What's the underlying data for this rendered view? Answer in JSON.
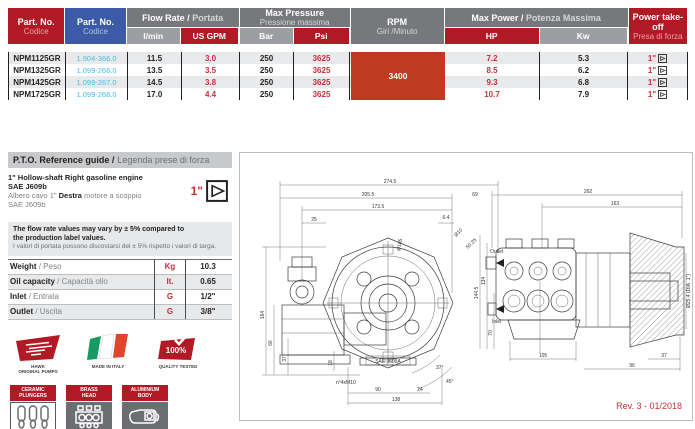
{
  "colors": {
    "red": "#B11A24",
    "blue": "#3C5AA6",
    "rust": "#BE3A20",
    "gray_header": "#77787B",
    "gray_sub": "#9C9EA1",
    "cyan": "#45BEEA",
    "value_red": "#C1323C"
  },
  "table": {
    "headers": {
      "part_no_en": "Part. No.",
      "part_no_it": "Codice",
      "flow_rate_en": "Flow Rate /",
      "flow_rate_it": "Portata",
      "lmin": "l/min",
      "usgpm": "US GPM",
      "max_pressure_en": "Max Pressure",
      "max_pressure_it": "Pressione massima",
      "bar": "Bar",
      "psi": "Psi",
      "rpm_en": "RPM",
      "rpm_it": "Giri /Minuto",
      "max_power_en": "Max Power /",
      "max_power_it": "Potenza Massima",
      "hp": "HP",
      "kw": "Kw",
      "pto_en": "Power take-off",
      "pto_it": "Presa di forza"
    },
    "rpm_value": "3400",
    "rows": [
      {
        "part_no": "NPM1125GR",
        "code": "1.904-366.0",
        "lmin": "11.5",
        "usgpm": "3.0",
        "bar": "250",
        "psi": "3625",
        "hp": "7.2",
        "kw": "5.3",
        "pto": "1\""
      },
      {
        "part_no": "NPM1325GR",
        "code": "1.099-266.0",
        "lmin": "13.5",
        "usgpm": "3.5",
        "bar": "250",
        "psi": "3625",
        "hp": "8.5",
        "kw": "6.2",
        "pto": "1\""
      },
      {
        "part_no": "NPM1425GR",
        "code": "1.099-267.0",
        "lmin": "14.5",
        "usgpm": "3.8",
        "bar": "250",
        "psi": "3625",
        "hp": "9.3",
        "kw": "6.8",
        "pto": "1\""
      },
      {
        "part_no": "NPM1725GR",
        "code": "1.099-268.0",
        "lmin": "17.0",
        "usgpm": "4.4",
        "bar": "250",
        "psi": "3625",
        "hp": "10.7",
        "kw": "7.9",
        "pto": "1\""
      }
    ]
  },
  "pto_guide": {
    "title_en": "P.T.O. Reference guide /",
    "title_it": "Legenda prese di forza",
    "line1": "1\" Hollow-shaft  Right gasoline engine",
    "line2": "SAE J609b",
    "line3_prefix": "Albero cavo 1\" ",
    "line3_bold": "Destra",
    "line3_suffix": " motore a scoppio",
    "line4": "SAE J609b",
    "icon_label": "1\""
  },
  "note": {
    "en_line1": "The flow rate values may vary by ± 5% compared to",
    "en_line2": "the production label values.",
    "it_line": "I valori di portata possono discostarsi del ± 5% rispetto i valori di targa."
  },
  "specs": {
    "rows": [
      {
        "label_en": "Weight",
        "label_it": " / Peso",
        "unit": "Kg",
        "value": "10.3"
      },
      {
        "label_en": "Oil capacity",
        "label_it": " / Capacità olio",
        "unit": "lt.",
        "value": "0.65"
      },
      {
        "label_en": "Inlet",
        "label_it": " / Entrata",
        "unit": "G",
        "value": "1/2\""
      },
      {
        "label_en": "Outlet",
        "label_it": " / Uscita",
        "unit": "G",
        "value": "3/8\""
      }
    ]
  },
  "logos": [
    {
      "caption1": "HAWK",
      "caption2": "ORIGINAL PUMPS"
    },
    {
      "caption1": "MADE IN ITALY",
      "caption2": ""
    },
    {
      "caption1": "QUALITY TESTED",
      "caption2": "",
      "badge_text": "100%"
    }
  ],
  "badges": [
    {
      "line1": "CERAMIC",
      "line2": "PLUNGERS"
    },
    {
      "line1": "BRASS",
      "line2": "HEAD"
    },
    {
      "line1": "ALUMINIUM",
      "line2": "BODY"
    }
  ],
  "drawing": {
    "rev": "Rev. 3 - 01/2018",
    "front": {
      "w2745": "274.5",
      "w2055": "205.5",
      "w1735": "173.5",
      "w25": "25",
      "w64": "6.4",
      "w69": "69",
      "d10": "Ø10",
      "a5025": "50.25",
      "d185": "Ø185",
      "h164": "164",
      "h66": "66",
      "h37": "37",
      "h18": "18",
      "bolts": "n°4xM10",
      "b90": "90",
      "b24": "24",
      "b138": "138",
      "a37": "37°",
      "a45": "45°",
      "sae": "SAE J609A"
    },
    "side": {
      "w262": "262",
      "w163": "163",
      "h1445": "144.5",
      "h134": "134",
      "h70": "70",
      "b105": "105",
      "b37": "37",
      "b96": "96",
      "shaft": "Ø25.4 (DIA. 1\")",
      "outlet": "Outlet",
      "inlet": "Inlet"
    }
  }
}
